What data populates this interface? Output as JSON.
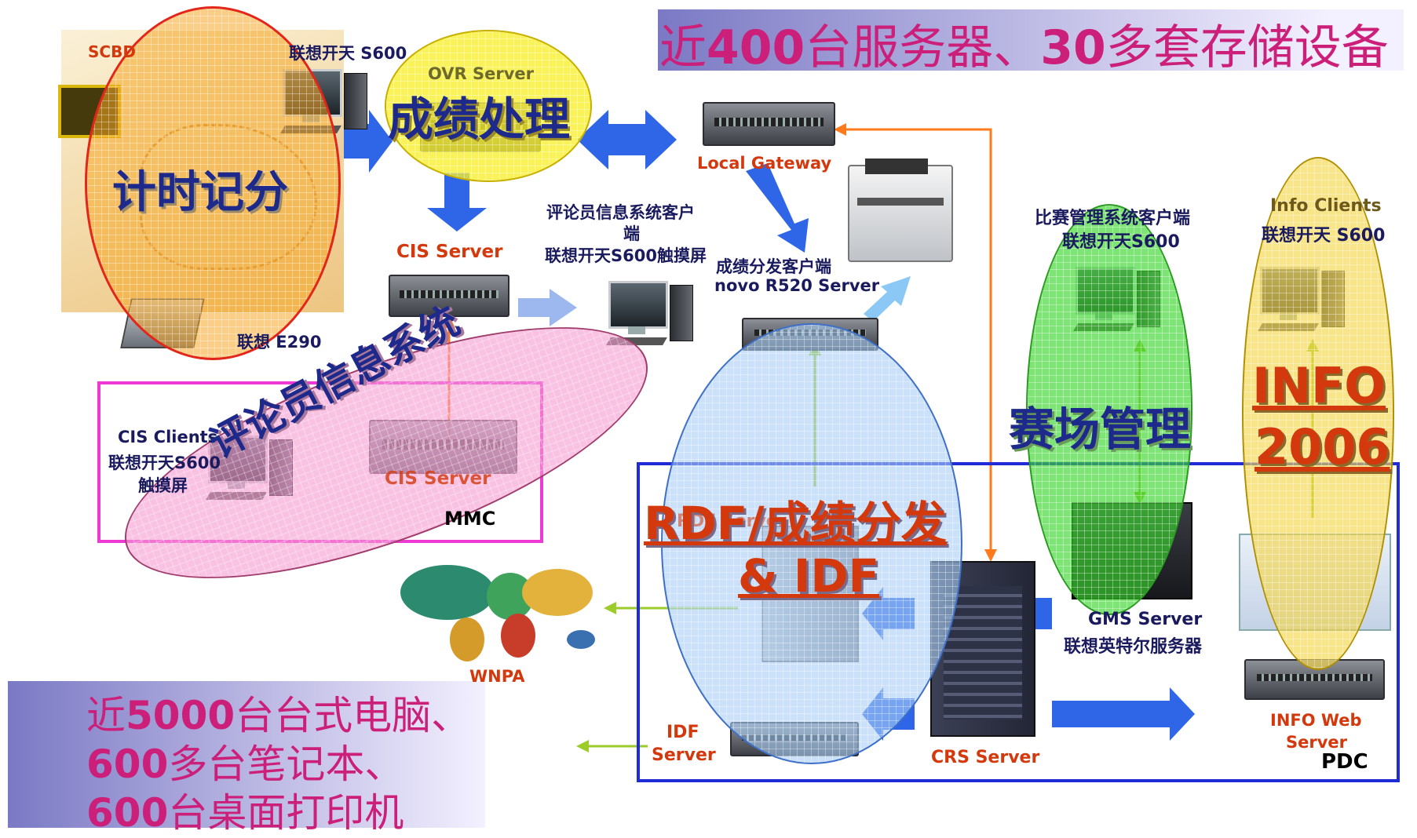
{
  "header": {
    "title_part1": "近",
    "title_num1": "400",
    "title_part2": "台服务器、",
    "title_num2": "30",
    "title_part3": "多套存储设备"
  },
  "footer": {
    "line1_pre": "近",
    "line1_num": "5000",
    "line1_post": "台台式电脑、",
    "line2_num": "600",
    "line2_post": "多台笔记本、",
    "line3_num": "600",
    "line3_post": "台桌面打印机"
  },
  "systems": {
    "timing": "计时记分",
    "results": "成绩处理",
    "commentator": "评论员信息系统",
    "venue": "赛场管理",
    "info_line1": "INFO",
    "info_line2": "2006",
    "rdf_line1": "RDF/成绩分发",
    "rdf_line2": "& IDF"
  },
  "labels": {
    "scbd": "SCBD",
    "lenovo_s600_top": "联想开天 S600",
    "ovr_server": "OVR Server",
    "local_gateway": "Local Gateway",
    "cis_server_top": "CIS Server",
    "commentator_client_line1": "评论员信息系统客户",
    "commentator_client_line2": "端",
    "commentator_client_line3": "联想开天S600触摸屏",
    "dist_client_line1": "成绩分发客户端",
    "dist_client_line2": "novo R520 Server",
    "lenovo_e290": "联想 E290",
    "cis_clients_line1": "CIS Clients",
    "cis_clients_line2": "联想开天S600",
    "cis_clients_line3": "触摸屏",
    "cis_server_bottom": "CIS Server",
    "mmc": "MMC",
    "match_client_line1": "比赛管理系统客户端",
    "match_client_line2": "联想开天S600",
    "info_clients_line1": "Info Clients",
    "info_clients_line2": "联想开天 S600",
    "rdf_server_partial": "RDF Server",
    "gms_server_line1": "GMS Server",
    "gms_server_line2": "联想英特尔服务器",
    "wnpa": "WNPA",
    "idf_server_line1": "IDF",
    "idf_server_line2": "Server",
    "crs_server": "CRS Server",
    "info_web_line1": "INFO Web",
    "info_web_line2": "Server",
    "pdc": "PDC"
  },
  "colors": {
    "title_text": "#cc1f7a",
    "title_bg_left": "#7b79c4",
    "footer_text": "#cc1f7a",
    "label_red": "#d4380d",
    "system_text": "#1d2a8c",
    "arrow_blue": "#2f66e8",
    "arrow_orange": "#ff7a1a",
    "arrow_green": "#9ccc2a",
    "mmc_border": "#ee3ad2",
    "pdc_border": "#1f2bd6",
    "ellipse_orange": "#f6a623",
    "ellipse_yellow": "#f7ef2e",
    "ellipse_pink": "#f59ad0",
    "ellipse_blue": "#a9cdf5",
    "ellipse_green": "#39d62c",
    "ellipse_gold": "#f4d64a"
  }
}
